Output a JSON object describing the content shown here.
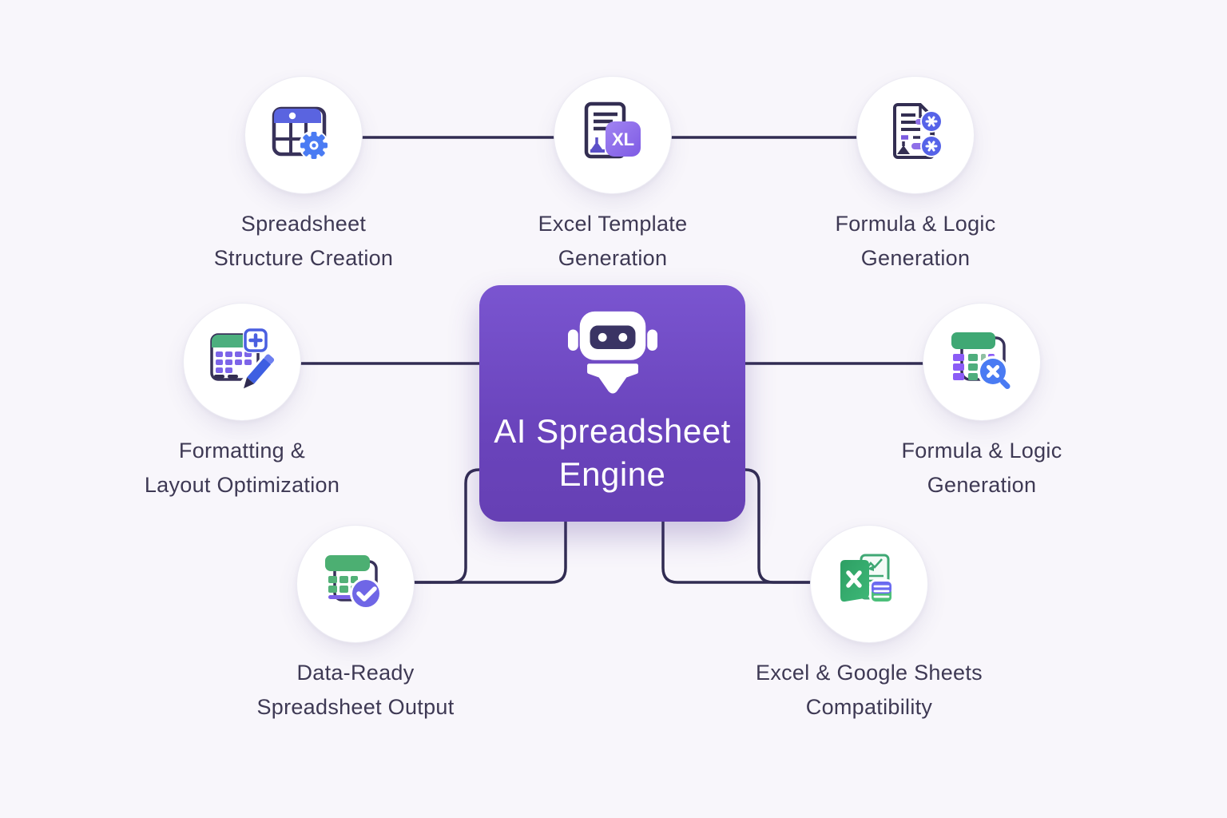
{
  "engine": {
    "title_line1": "AI Spreadsheet",
    "title_line2": "Engine",
    "icon": "robot-icon"
  },
  "nodes": [
    {
      "id": "spreadsheet-structure-creation",
      "icon": "spreadsheet-gear-icon",
      "lines": [
        "Spreadsheet",
        "Structure Creation"
      ]
    },
    {
      "id": "excel-template-generation",
      "icon": "document-xl-icon",
      "badge": "XL",
      "lines": [
        "Excel Template",
        "Generation"
      ]
    },
    {
      "id": "formula-logic-generation-top",
      "icon": "document-functions-icon",
      "lines": [
        "Formula & Logic",
        "Generation"
      ]
    },
    {
      "id": "formatting-layout-optimization",
      "icon": "table-pencil-icon",
      "lines": [
        "Formatting &",
        "Layout Optimization"
      ]
    },
    {
      "id": "formula-logic-generation-right",
      "icon": "table-search-icon",
      "lines": [
        "Formula & Logic",
        "Generation"
      ]
    },
    {
      "id": "data-ready-spreadsheet-output",
      "icon": "table-check-icon",
      "lines": [
        "Data-Ready",
        "Spreadsheet Output"
      ]
    },
    {
      "id": "excel-google-sheets-compatibility",
      "icon": "excel-sheets-icon",
      "lines": [
        "Excel & Google Sheets",
        "Compatibility"
      ]
    }
  ],
  "colors": {
    "background": "#f8f6fb",
    "engine_box_purple": "#6a44bc",
    "connector": "#312c52",
    "label_text": "#3e3954",
    "title_text": "#ffffff",
    "circle_bg": "#ffffff",
    "icon_green": "#3fa874",
    "icon_purple": "#7c5ce8",
    "icon_blue": "#4a7bf3",
    "icon_indigo": "#5a64e0",
    "icon_navy": "#352f56",
    "badge_purple": "#8b68ec"
  }
}
